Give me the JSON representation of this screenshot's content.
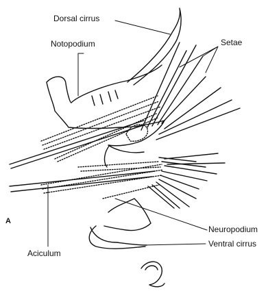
{
  "figure": {
    "panel_letter": "A",
    "labels": {
      "dorsal_cirrus": "Dorsal cirrus",
      "notopodium": "Notopodium",
      "setae": "Setae",
      "neuropodium": "Neuropodium",
      "ventral_cirrus": "Ventral cirrus",
      "aciculum": "Aciculum"
    }
  }
}
